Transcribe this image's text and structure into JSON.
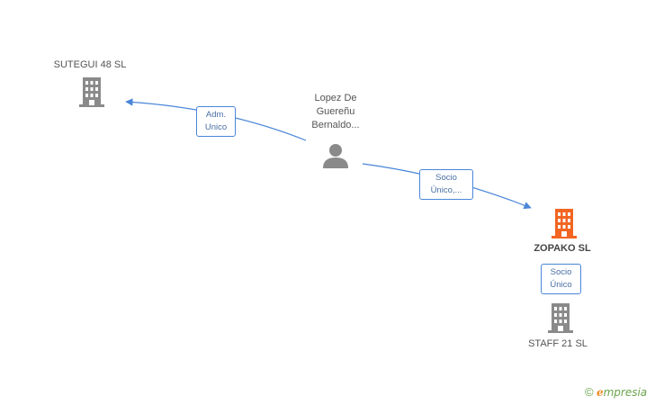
{
  "nodes": {
    "sutegui": {
      "label": "SUTEGUI 48 SL"
    },
    "person": {
      "label_lines": [
        "Lopez De",
        "Guereñu",
        "Bernaldo..."
      ]
    },
    "zopako": {
      "label": "ZOPAKO SL"
    },
    "staff": {
      "label": "STAFF 21 SL"
    }
  },
  "relations": {
    "adm": {
      "lines": [
        "Adm.",
        "Unico"
      ]
    },
    "socio_unico_trunc": {
      "lines": [
        "Socio",
        "Único,..."
      ]
    },
    "socio_unico": {
      "lines": [
        "Socio",
        "Único"
      ]
    }
  },
  "colors": {
    "company_gray": "#8a8a8a",
    "company_focus": "#f26522",
    "person_gray": "#8a8a8a",
    "edge_blue": "#4a86d8"
  },
  "icons": {
    "company": "building-icon",
    "person": "person-icon"
  },
  "brand": {
    "copyright": "©",
    "e": "e",
    "rest": "mpresia"
  }
}
